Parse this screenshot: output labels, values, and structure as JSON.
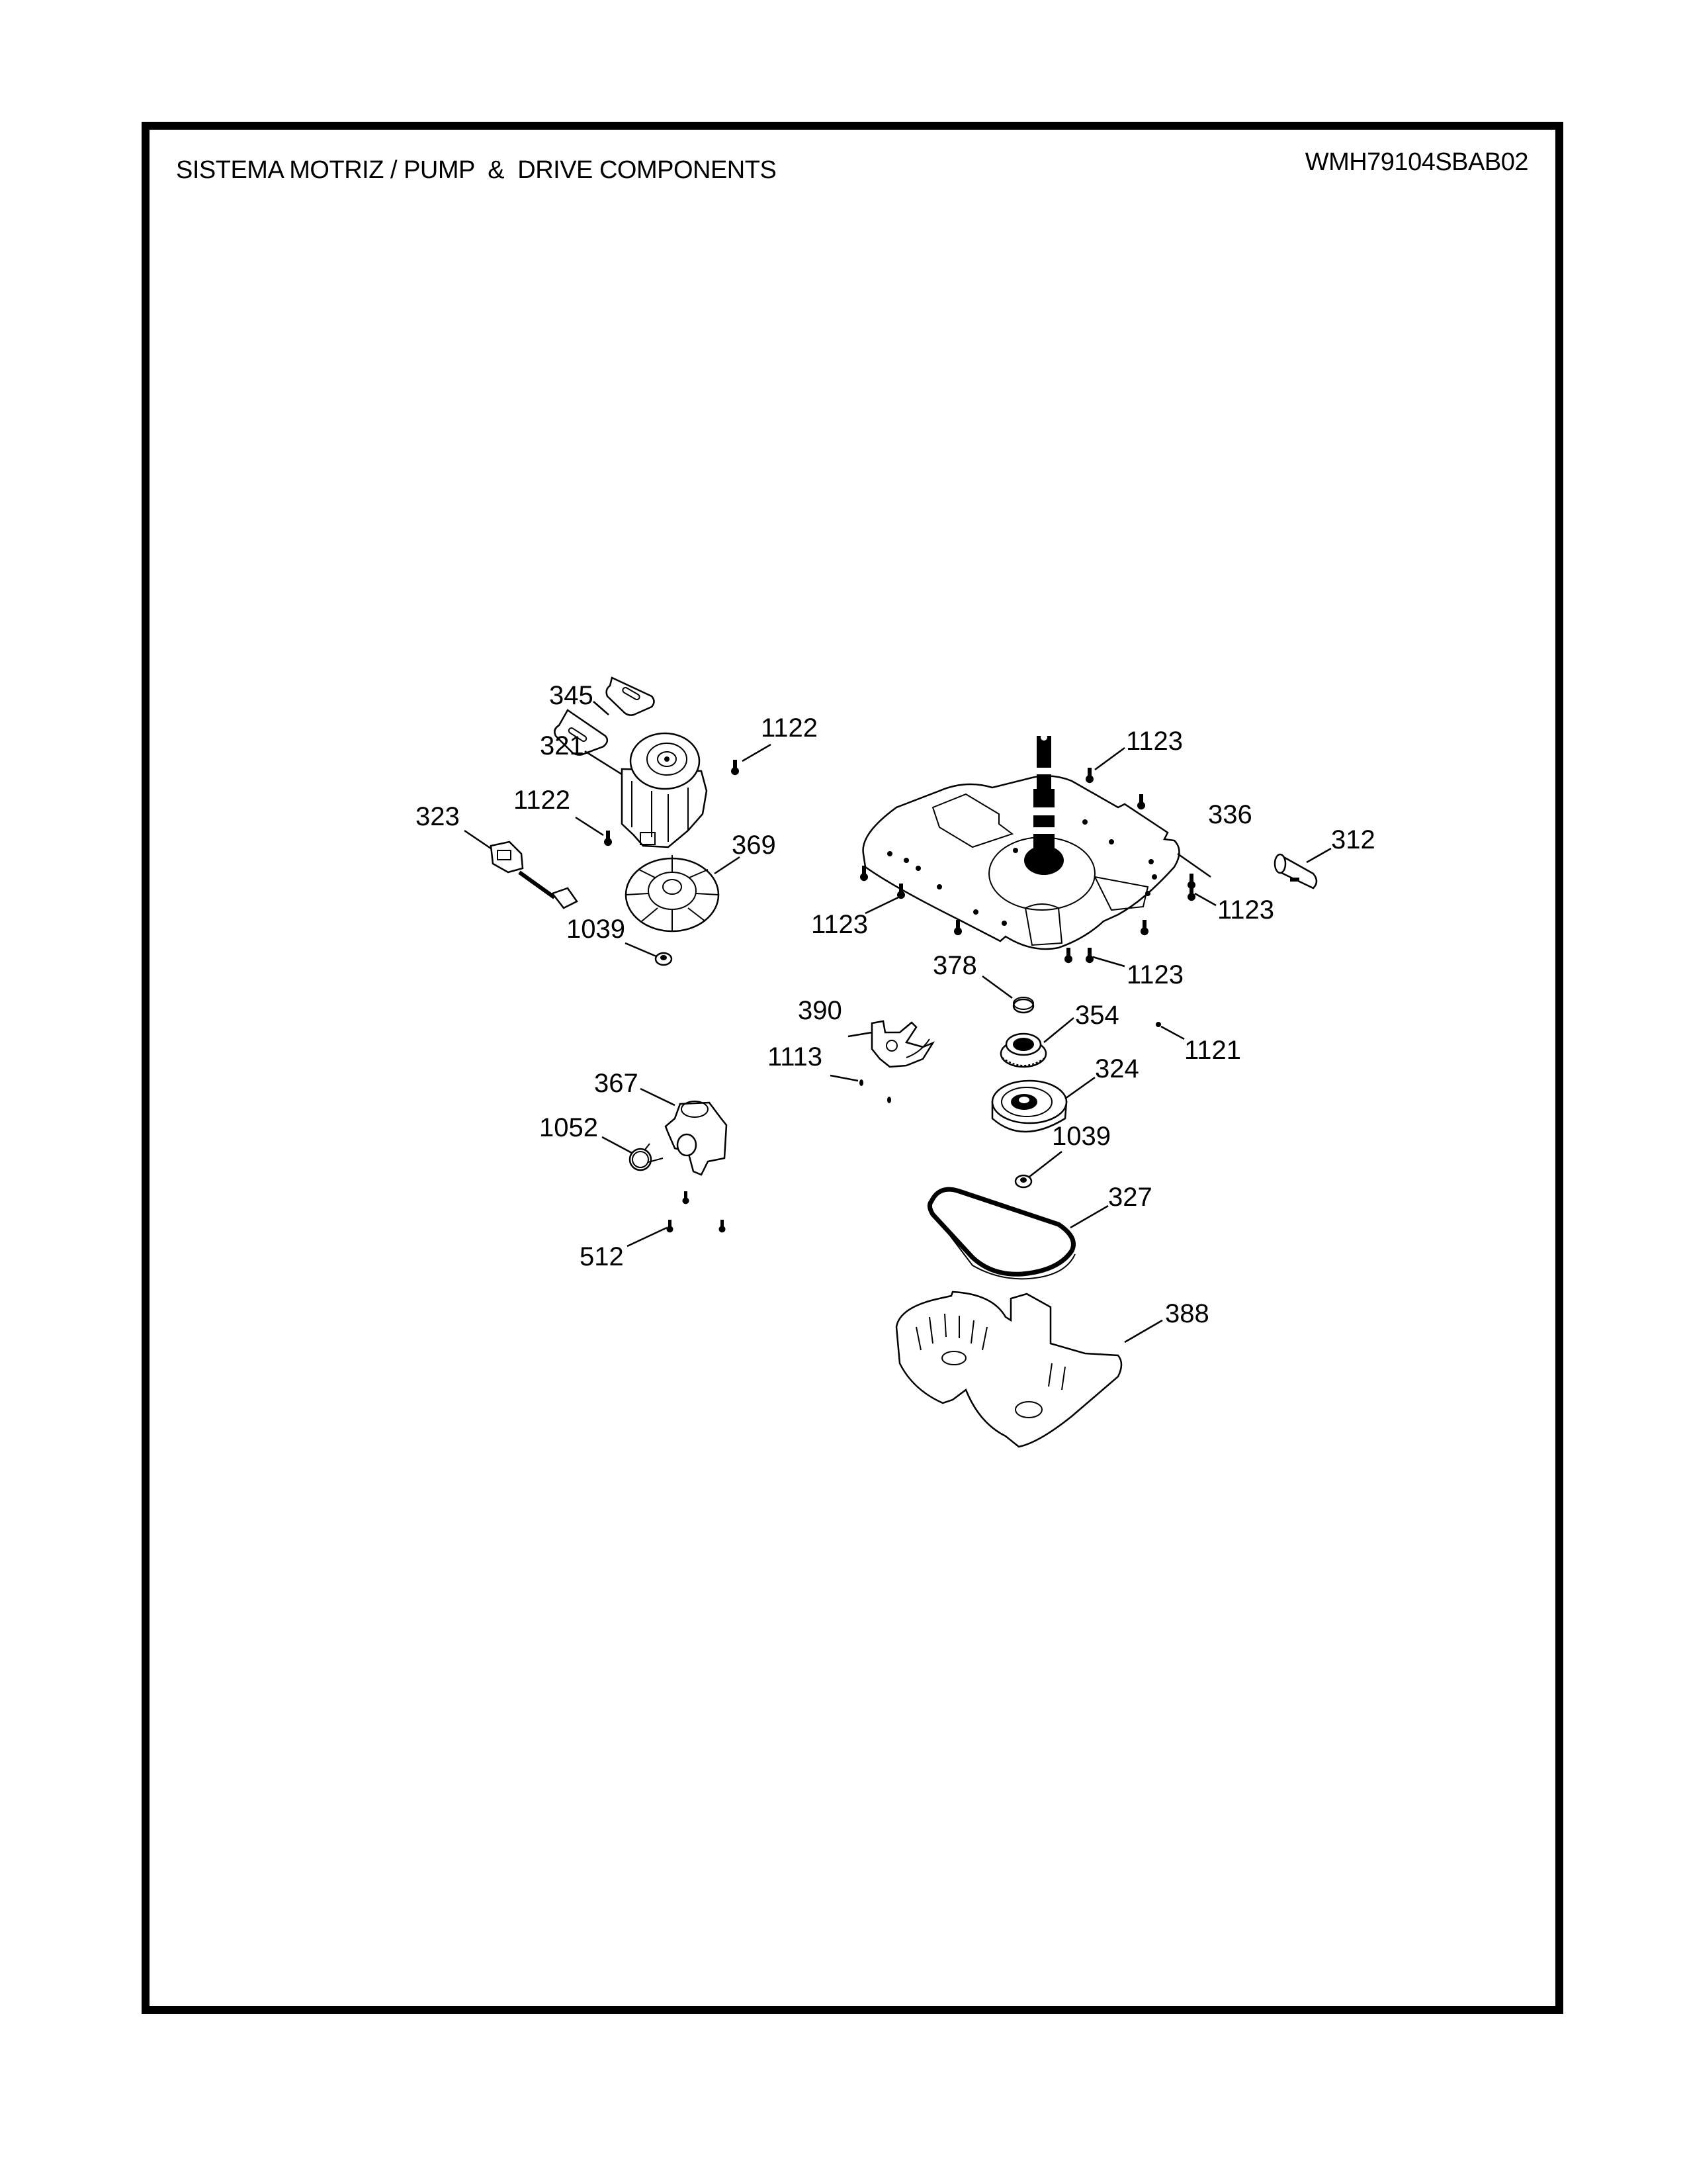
{
  "header": {
    "title": "SISTEMA MOTRIZ / PUMP  &  DRIVE COMPONENTS",
    "model_number": "WMH79104SBAB02"
  },
  "callouts": [
    {
      "id": "c-345",
      "part": "345",
      "label": "345",
      "component": "motor-mount-pad"
    },
    {
      "id": "c-321",
      "part": "321",
      "label": "321",
      "component": "drive-motor"
    },
    {
      "id": "c-1122a",
      "part": "1122",
      "label": "1122",
      "component": "screw"
    },
    {
      "id": "c-1122b",
      "part": "1122",
      "label": "1122",
      "component": "screw"
    },
    {
      "id": "c-323",
      "part": "323",
      "label": "323",
      "component": "wire-harness"
    },
    {
      "id": "c-369",
      "part": "369",
      "label": "369",
      "component": "motor-pulley-fan"
    },
    {
      "id": "c-1039a",
      "part": "1039",
      "label": "1039",
      "component": "nut"
    },
    {
      "id": "c-1123a",
      "part": "1123",
      "label": "1123",
      "component": "screw"
    },
    {
      "id": "c-336",
      "part": "336",
      "label": "336",
      "component": "transmission-mounting-plate"
    },
    {
      "id": "c-312",
      "part": "312",
      "label": "312",
      "component": "capacitor"
    },
    {
      "id": "c-1123b",
      "part": "1123",
      "label": "1123",
      "component": "screw"
    },
    {
      "id": "c-1123c",
      "part": "1123",
      "label": "1123",
      "component": "screw"
    },
    {
      "id": "c-1123d",
      "part": "1123",
      "label": "1123",
      "component": "screw"
    },
    {
      "id": "c-378",
      "part": "378",
      "label": "378",
      "component": "spring"
    },
    {
      "id": "c-390",
      "part": "390",
      "label": "390",
      "component": "shift-actuator"
    },
    {
      "id": "c-354",
      "part": "354",
      "label": "354",
      "component": "clutch-gear"
    },
    {
      "id": "c-1121",
      "part": "1121",
      "label": "1121",
      "component": "screw"
    },
    {
      "id": "c-1113",
      "part": "1113",
      "label": "1113",
      "component": "screw"
    },
    {
      "id": "c-324",
      "part": "324",
      "label": "324",
      "component": "drive-pulley"
    },
    {
      "id": "c-367",
      "part": "367",
      "label": "367",
      "component": "drain-pump"
    },
    {
      "id": "c-1052",
      "part": "1052",
      "label": "1052",
      "component": "hose-clamp"
    },
    {
      "id": "c-1039b",
      "part": "1039",
      "label": "1039",
      "component": "nut"
    },
    {
      "id": "c-327",
      "part": "327",
      "label": "327",
      "component": "drive-belt"
    },
    {
      "id": "c-512",
      "part": "512",
      "label": "512",
      "component": "screw"
    },
    {
      "id": "c-388",
      "part": "388",
      "label": "388",
      "component": "belt-guard"
    }
  ]
}
